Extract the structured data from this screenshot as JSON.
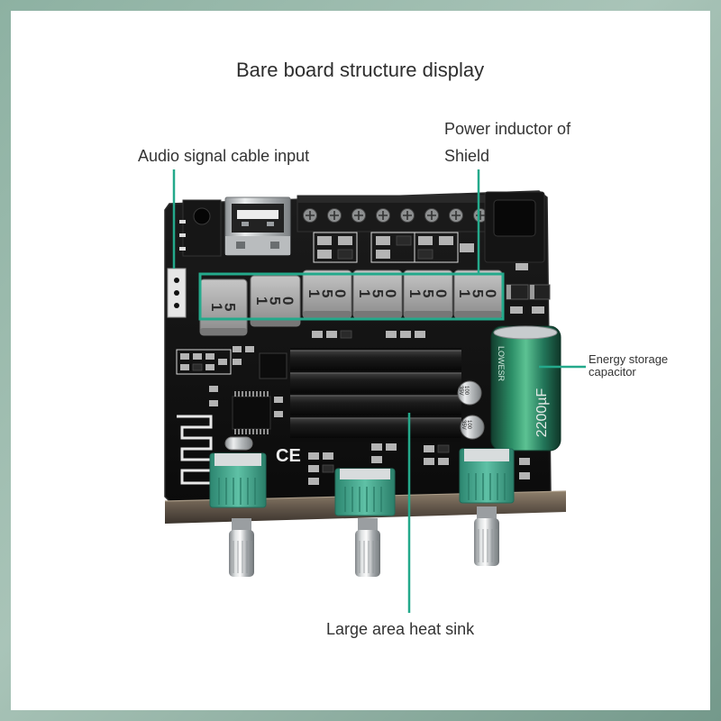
{
  "title": "Bare board structure display",
  "callouts": {
    "audio_input": {
      "lines": [
        "Audio signal cable input"
      ]
    },
    "power_inductor": {
      "lines": [
        "Power inductor of",
        "Shield"
      ]
    },
    "energy_capacitor": {
      "lines": [
        "Energy storage",
        "capacitor"
      ]
    },
    "heat_sink": {
      "lines": [
        "Large area heat sink"
      ]
    }
  },
  "board_markings": {
    "inductor_labels": [
      "15",
      "150",
      "150",
      "150",
      "150",
      "150"
    ],
    "capacitor_value": "2200µF",
    "capacitor_brand": "LOWESR",
    "certification_mark": "CE",
    "small_capacitor_value": "100",
    "small_capacitor_voltage": "35V"
  },
  "colors": {
    "callout": "#24a98b",
    "frame": "#8aac9d",
    "pcb": "#121212",
    "capacitor": "#2f9a6f",
    "potentiometer": "#3fa58a"
  }
}
